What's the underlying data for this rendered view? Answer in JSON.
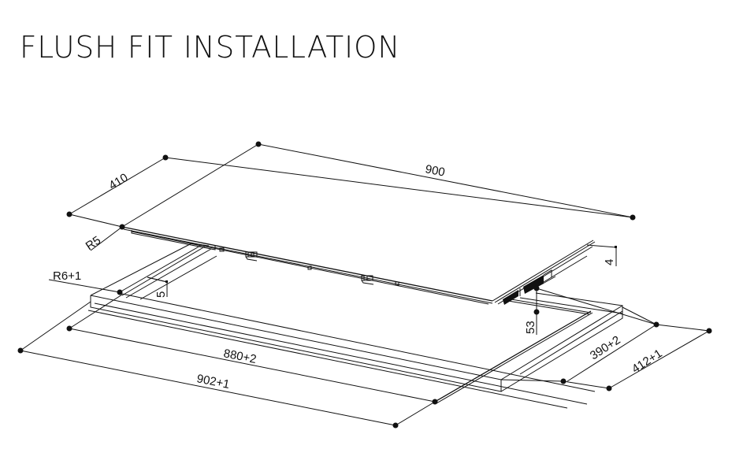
{
  "title": "FLUSH FIT INSTALLATION",
  "drawing": {
    "hob": {
      "width_label": "900",
      "depth_label": "410",
      "corner_radius_label": "R5",
      "thickness_label": "4",
      "unit_height_label": "53"
    },
    "cutout": {
      "outer_width_label": "902+1",
      "inner_width_label": "880+2",
      "outer_depth_label": "412+1",
      "inner_depth_label": "390+2",
      "corner_radius_label": "R6+1",
      "rebate_depth_label": "5"
    }
  }
}
